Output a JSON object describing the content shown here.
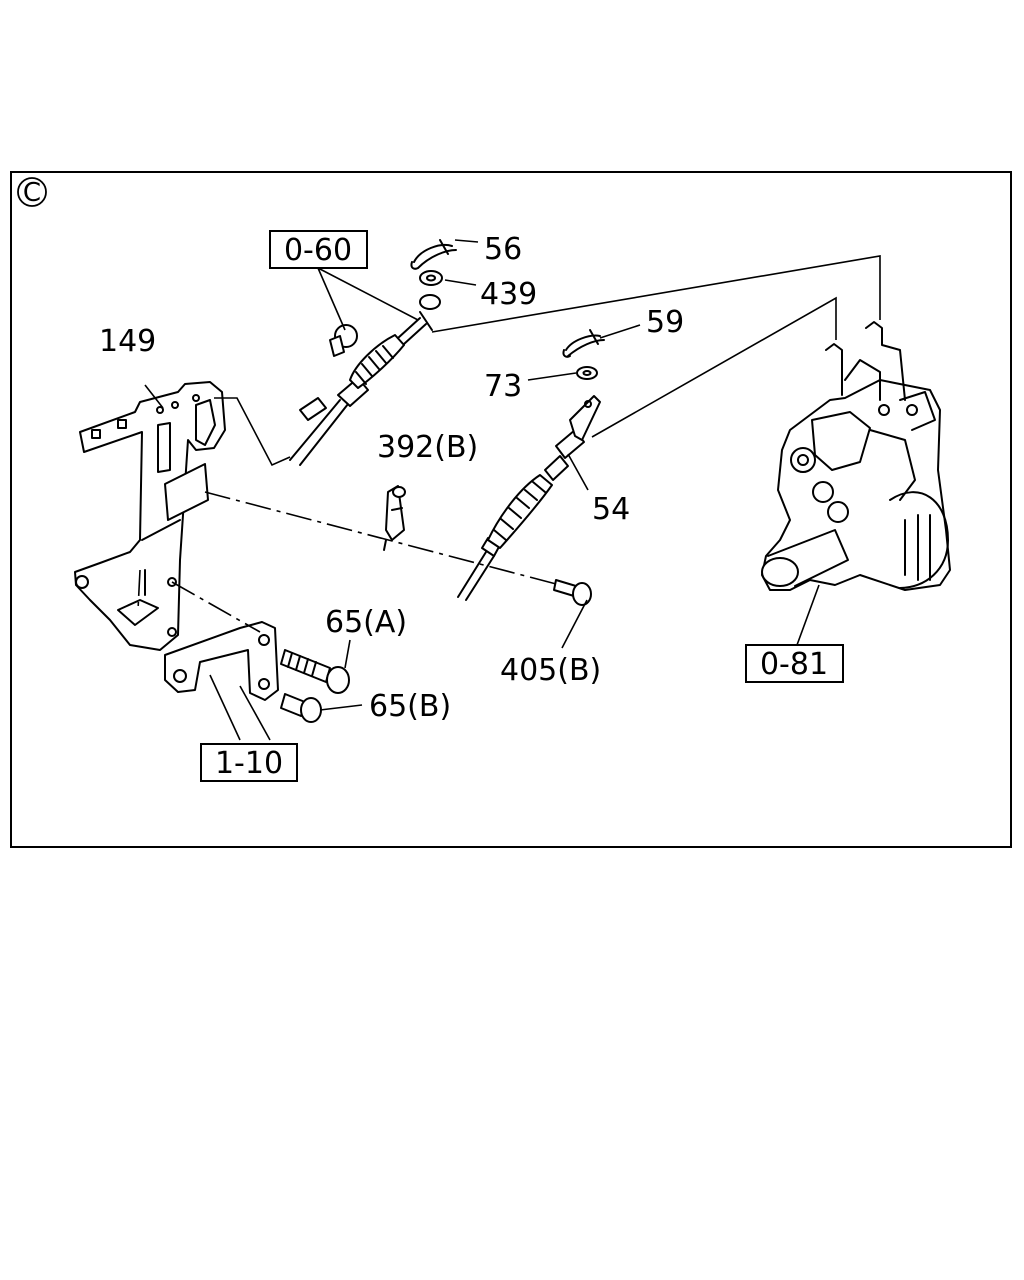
{
  "section_mark": "C",
  "ref_boxes": {
    "r060": "0-60",
    "r081": "0-81",
    "r110": "1-10"
  },
  "parts": {
    "p149": "149",
    "p56": "56",
    "p439": "439",
    "p59": "59",
    "p73": "73",
    "p392b": "392(B)",
    "p54": "54",
    "p65a": "65(A)",
    "p65b": "65(B)",
    "p405b": "405(B)"
  }
}
